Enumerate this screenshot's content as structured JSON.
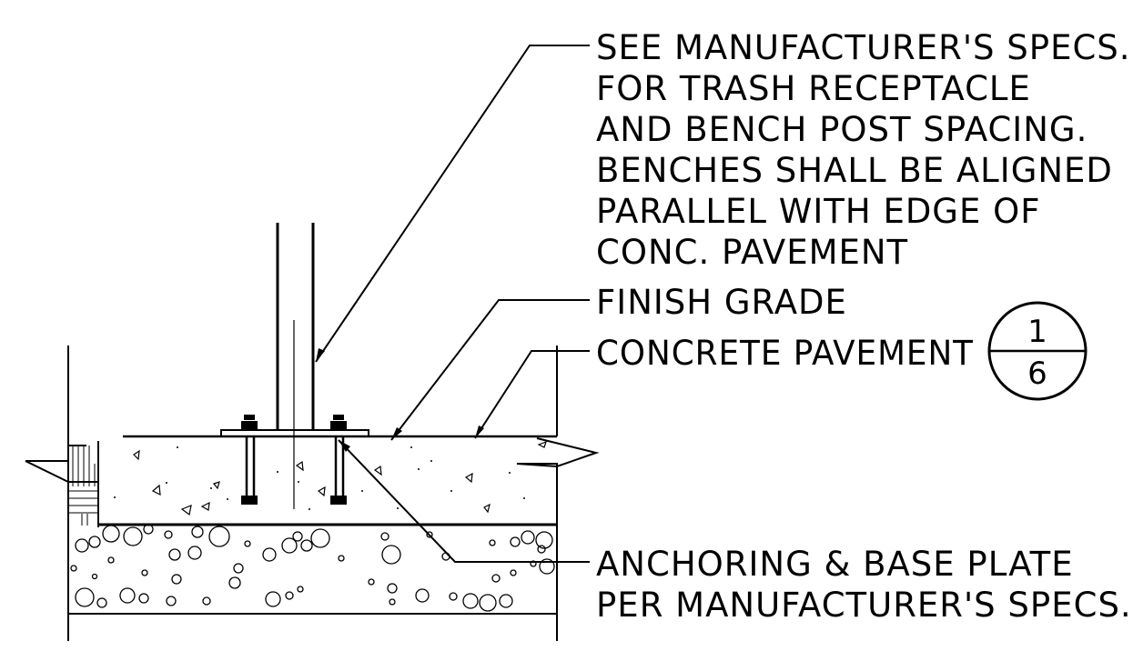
{
  "notes": {
    "specs": [
      "SEE MANUFACTURER'S SPECS.",
      "FOR TRASH RECEPTACLE",
      "AND BENCH POST SPACING.",
      "BENCHES SHALL BE ALIGNED",
      "PARALLEL  WITH EDGE OF",
      "CONC. PAVEMENT"
    ],
    "finish_grade": "FINISH GRADE",
    "concrete_pavement": "CONCRETE PAVEMENT",
    "anchoring": [
      "ANCHORING & BASE PLATE",
      "PER MANUFACTURER'S SPECS."
    ]
  },
  "detail_callout": {
    "detail": "1",
    "sheet": "6"
  }
}
